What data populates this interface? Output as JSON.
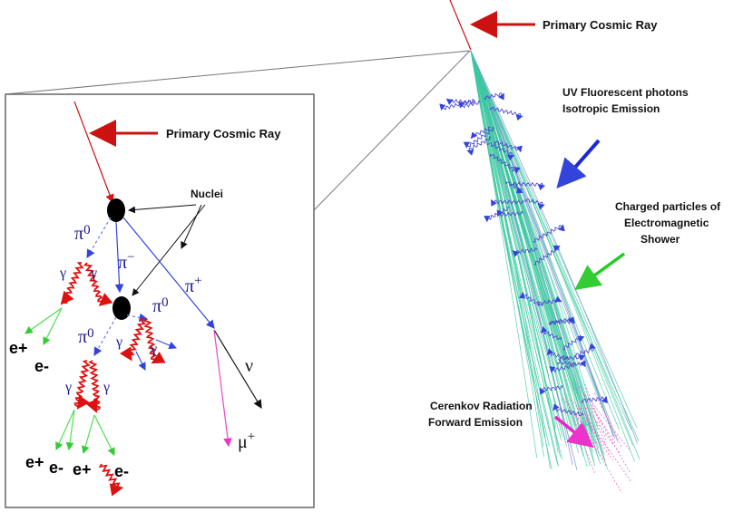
{
  "labels": {
    "primary_cosmic_ray_main": "Primary Cosmic Ray",
    "primary_cosmic_ray_inset": "Primary Cosmic Ray",
    "uv_line1": "UV Fluorescent photons",
    "uv_line2": "Isotropic Emission",
    "charged_line1": "Charged particles of",
    "charged_line2": "Electromagnetic",
    "charged_line3": "Shower",
    "cerenkov_line1": "Cerenkov Radiation",
    "cerenkov_line2": "Forward Emission",
    "nuclei": "Nuclei"
  },
  "particles": {
    "pi_zero": "π",
    "pi_zero_sup": "0",
    "pi_minus": "π",
    "pi_minus_sup": "−",
    "pi_plus": "π",
    "pi_plus_sup": "+",
    "gamma": "γ",
    "nu": "ν",
    "mu": "μ",
    "mu_sup": "+",
    "e_plus": "e+",
    "e_minus": "e-"
  },
  "colors": {
    "cosmic_ray": "#cc1111",
    "uv_photon": "#4a4ad0",
    "shower": "#3cc9a0",
    "cerenkov": "#ee22cc",
    "charged_arrow": "#22cc22",
    "uv_arrow": "#1a2ad8",
    "gamma_wave": "#e01010",
    "electron": "#44dd44",
    "muon": "#ee44cc",
    "pion_line": "#6677ee",
    "frame": "#666666"
  }
}
